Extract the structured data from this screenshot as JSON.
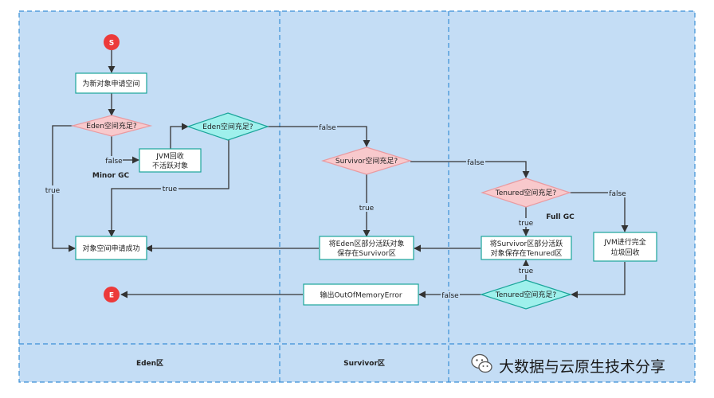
{
  "swimlanes": {
    "eden": "Eden区",
    "survivor": "Survivor区",
    "tenured": ""
  },
  "nodes": {
    "start": "S",
    "end": "E",
    "alloc": "为新对象申请空间",
    "eden_check1": "Eden空间充足?",
    "jvm_gc_line1": "JVM回收",
    "jvm_gc_line2": "不活跃对象",
    "minor_gc": "Minor GC",
    "eden_check2": "Eden空间充足?",
    "success": "对象空间申请成功",
    "survivor_check": "Survivor空间充足?",
    "move_eden_line1": "将Eden区部分活跃对象",
    "move_eden_line2": "保存在Survivor区",
    "tenured_check1": "Tenured空间充足?",
    "full_gc": "Full GC",
    "move_surv_line1": "将Survivor区部分活跃",
    "move_surv_line2": "对象保存在Tenured区",
    "full_collect_line1": "JVM进行完全",
    "full_collect_line2": "垃圾回收",
    "tenured_check2": "Tenured空间充足?",
    "oom": "输出OutOfMemoryError"
  },
  "edge_labels": {
    "false": "false",
    "true": "true"
  },
  "watermark": "大数据与云原生技术分享",
  "colors": {
    "lane_fill": "#c4ddf5",
    "lane_border": "#3a8fd6",
    "box_stroke": "#1aa59a",
    "pink_fill": "#f8c9cc",
    "pink_stroke": "#e99aa0",
    "cyan_fill": "#9ff0ec",
    "terminal": "#ec3a3a",
    "arrow": "#333333"
  }
}
